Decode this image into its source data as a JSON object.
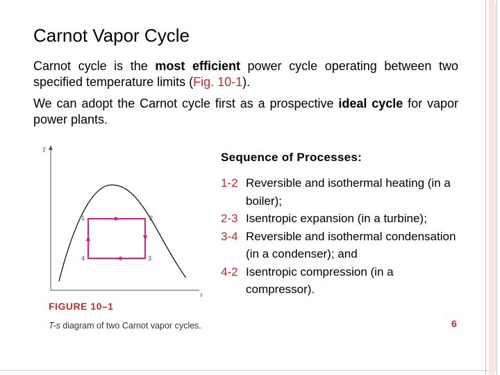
{
  "title": "Carnot Vapor Cycle",
  "paragraph1": {
    "part1": "Carnot cycle is the ",
    "bold1": "most efficient",
    "part2": " power cycle operating between two specified temperature limits (",
    "fig_ref": "Fig. 10-1",
    "part3": ")."
  },
  "paragraph2": {
    "part1": "We can adopt the Carnot cycle first as a prospective ",
    "bold1": "ideal cycle",
    "part2": " for vapor power plants."
  },
  "figure": {
    "axis_y": "T",
    "axis_x": "s",
    "points": [
      "1",
      "2",
      "3",
      "4"
    ],
    "caption_title": "FIGURE 10–1",
    "caption_text_italic": "T-s",
    "caption_text": " diagram of two Carnot vapor cycles."
  },
  "sequence": {
    "title": "Sequence of Processes:",
    "steps": [
      {
        "num": "1-2",
        "text": "Reversible and isothermal heating (in a boiler);"
      },
      {
        "num": "2-3",
        "text": "Isentropic expansion (in a turbine);"
      },
      {
        "num": "3-4",
        "text": "Reversible and isothermal condensation (in a condenser); and"
      },
      {
        "num": "4-2",
        "text": "Isentropic compression (in a compressor)."
      }
    ]
  },
  "page_number": "6",
  "colors": {
    "accent": "#c3282d",
    "cycle": "#d81b8c",
    "border": "#f0b8a5"
  }
}
